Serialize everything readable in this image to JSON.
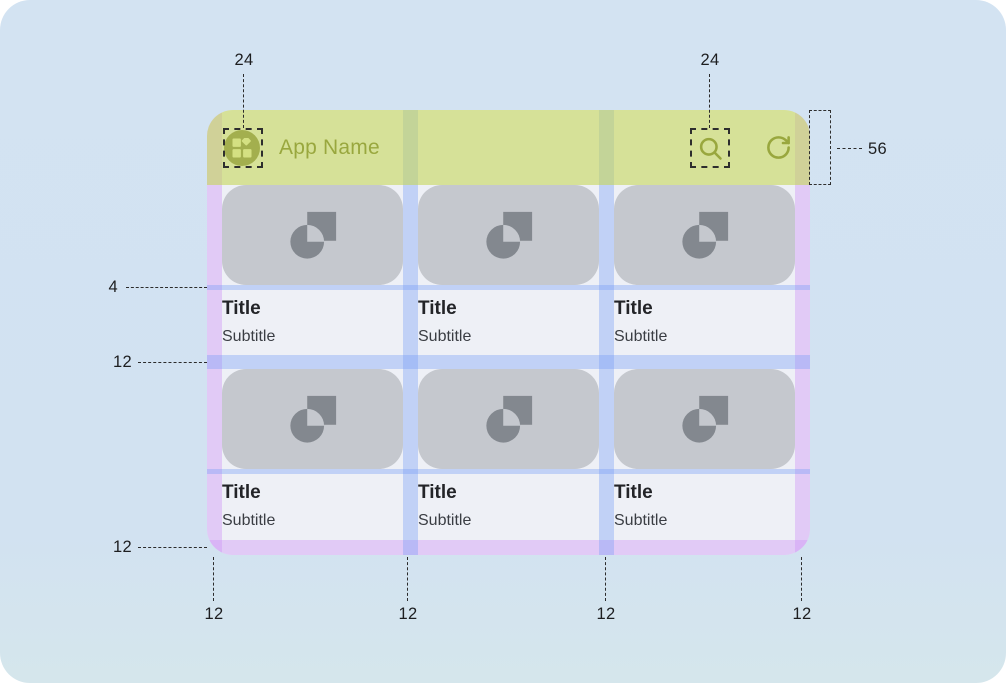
{
  "figure": {
    "type": "layout-spec-diagram",
    "background": "#d3e3f2"
  },
  "appbar": {
    "app_name": "App Name",
    "logo_icon": "dashboard-grid",
    "search_icon": "magnifier",
    "refresh_icon": "rotate-clockwise-arrow"
  },
  "cards": [
    {
      "title": "Title",
      "subtitle": "Subtitle"
    },
    {
      "title": "Title",
      "subtitle": "Subtitle"
    },
    {
      "title": "Title",
      "subtitle": "Subtitle"
    },
    {
      "title": "Title",
      "subtitle": "Subtitle"
    },
    {
      "title": "Title",
      "subtitle": "Subtitle"
    },
    {
      "title": "Title",
      "subtitle": "Subtitle"
    }
  ],
  "annotations": {
    "logo_icon_size": "24",
    "search_icon_size": "24",
    "appbar_height": "56",
    "image_text_gap": "4",
    "row_gutter": "12",
    "bottom_margin": "12",
    "bottom_gutters": [
      "12",
      "12",
      "12",
      "12"
    ]
  },
  "colors": {
    "background": "#d3e3f2",
    "appbar_overlay": "#dde69c",
    "margin_overlay_purple": "#e1ccf4",
    "gutter_overlay_blue": "#cbd7f5",
    "surface": "#eef0f6",
    "image_placeholder": "#c5c8ce",
    "placeholder_glyph": "#83888f",
    "accent_olive": "#5e681f"
  }
}
